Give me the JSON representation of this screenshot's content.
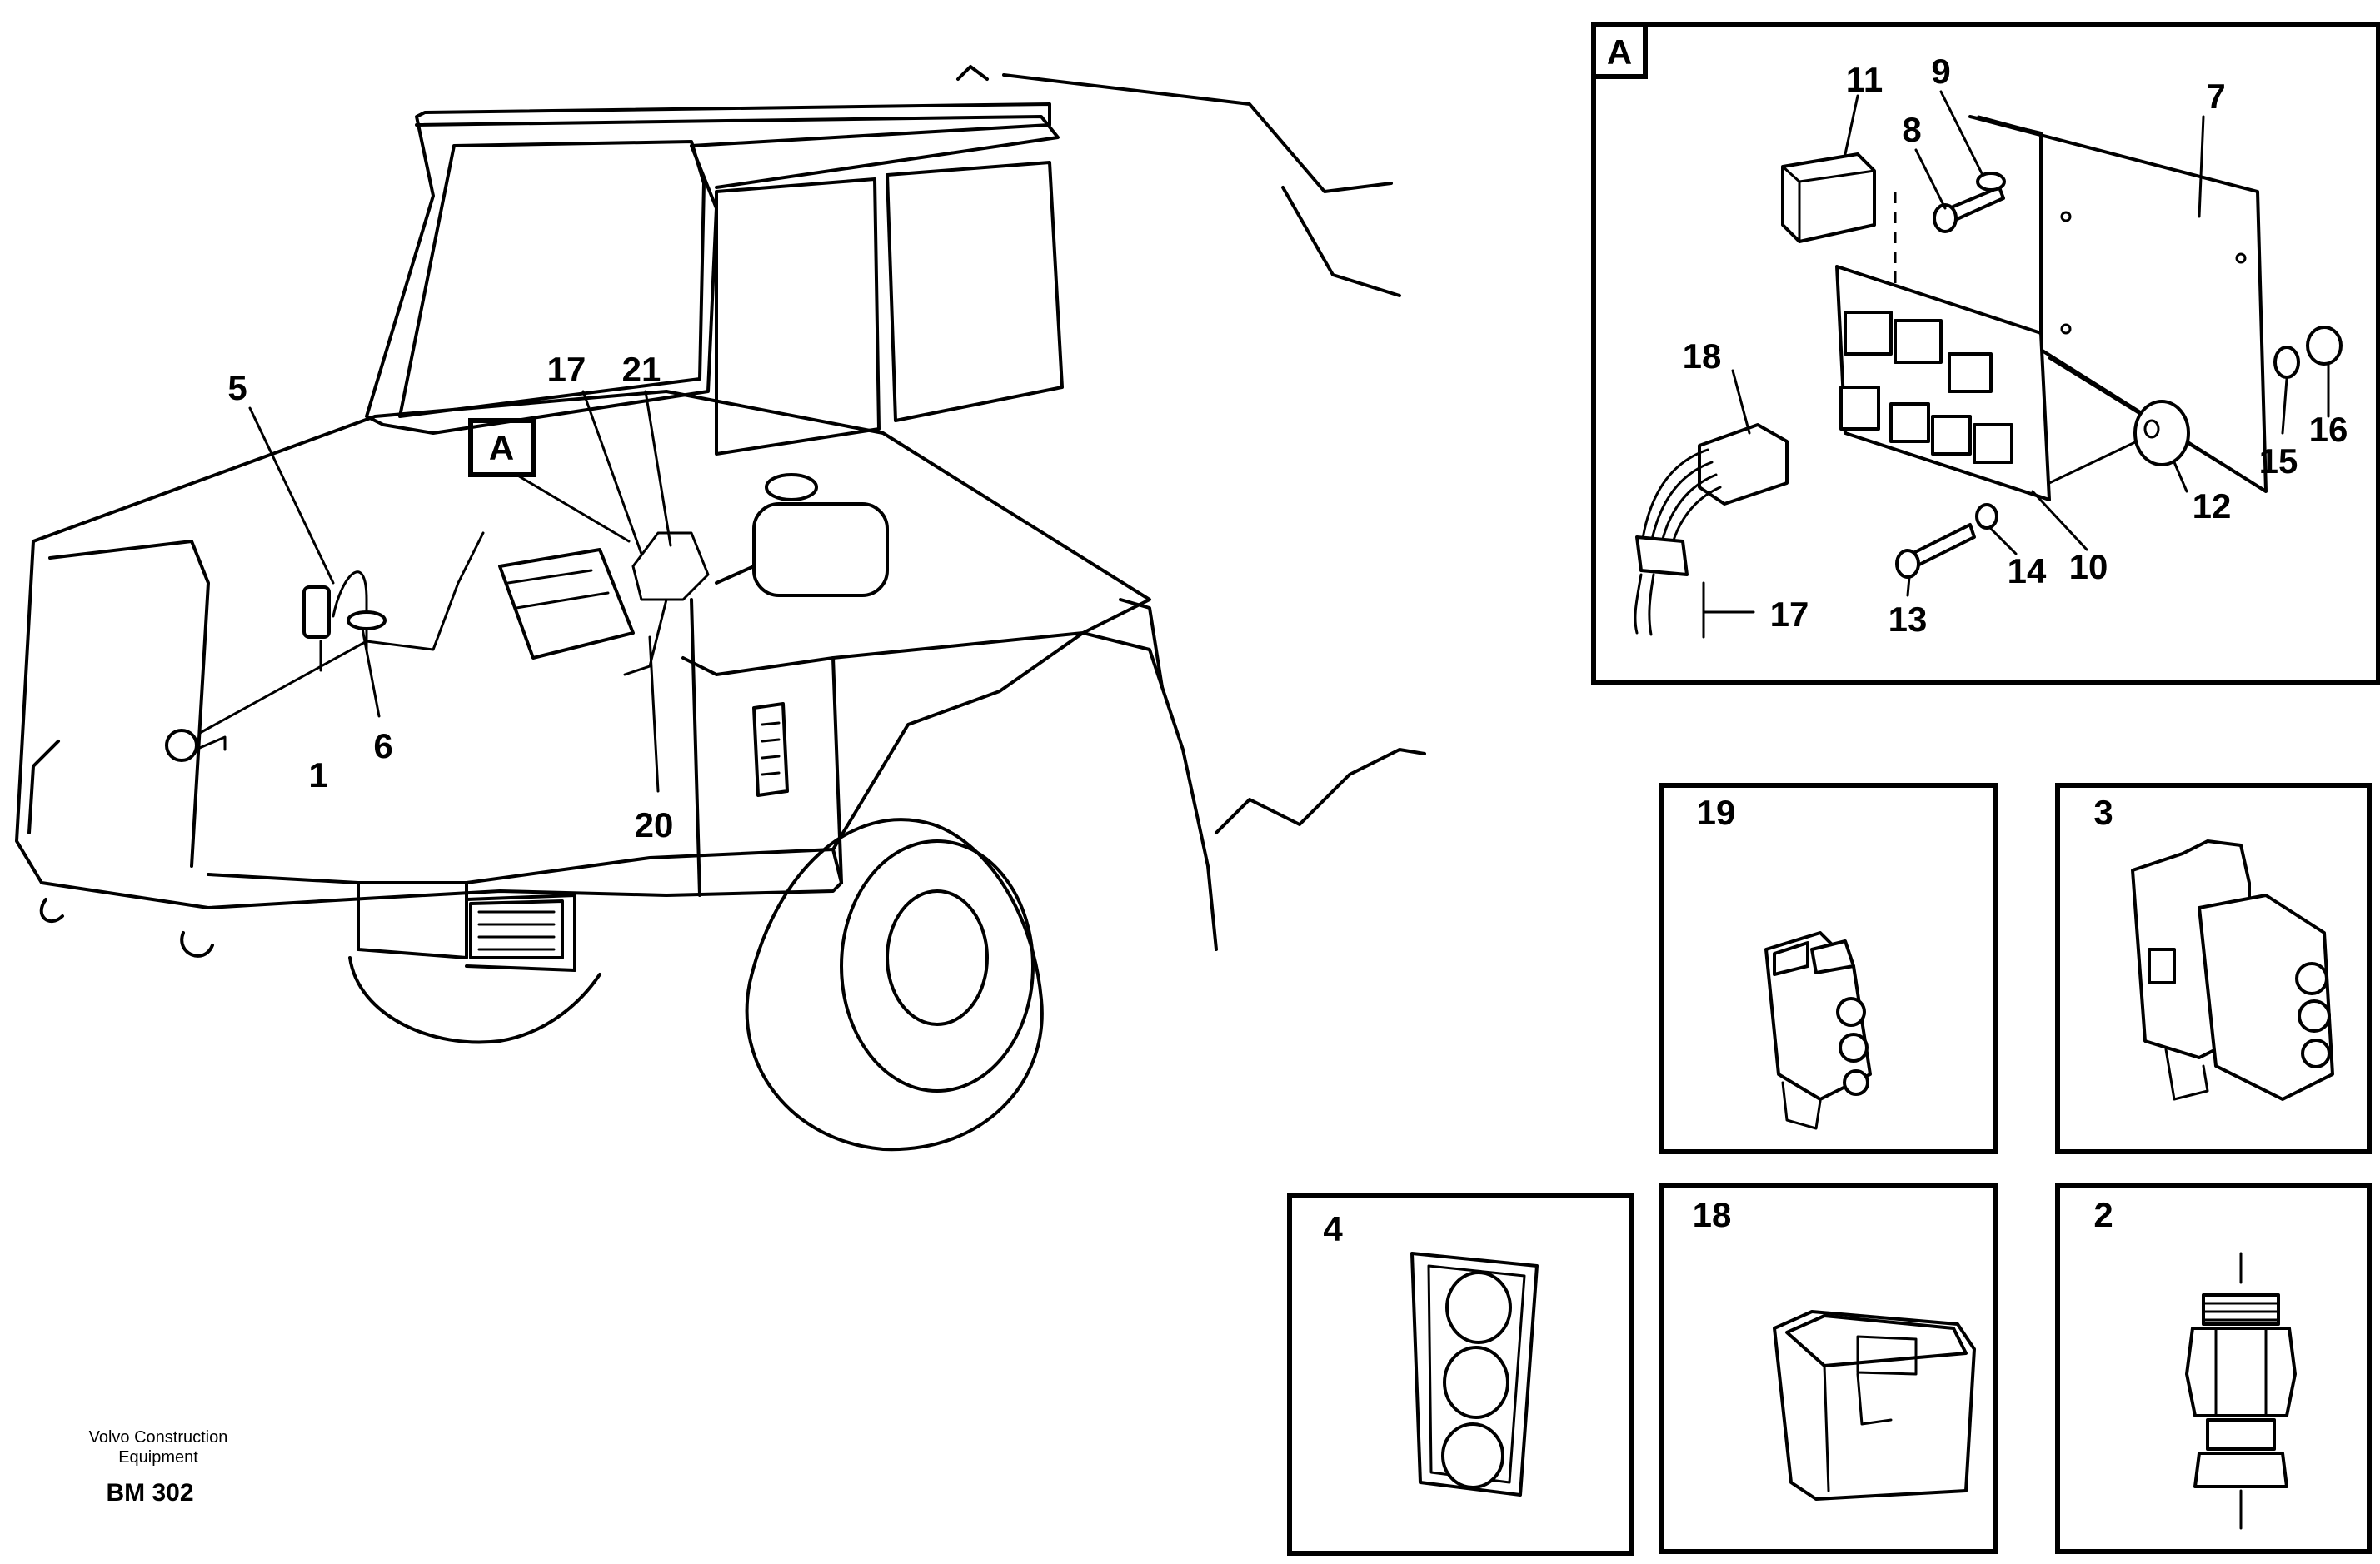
{
  "drawing": {
    "credit_line1": "Volvo Construction",
    "credit_line2": "Equipment",
    "code": "BM 302"
  },
  "main_view": {
    "detail_marker": "A",
    "callouts": {
      "c1": "1",
      "c5": "5",
      "c6": "6",
      "c17": "17",
      "c20": "20",
      "c21": "21"
    }
  },
  "detail_a": {
    "label": "A",
    "callouts": {
      "c7": "7",
      "c8": "8",
      "c9": "9",
      "c10": "10",
      "c11": "11",
      "c12": "12",
      "c13": "13",
      "c14": "14",
      "c15": "15",
      "c16": "16",
      "c17": "17",
      "c18": "18"
    }
  },
  "panels": {
    "p19": "19",
    "p3": "3",
    "p4": "4",
    "p18": "18",
    "p2": "2"
  }
}
